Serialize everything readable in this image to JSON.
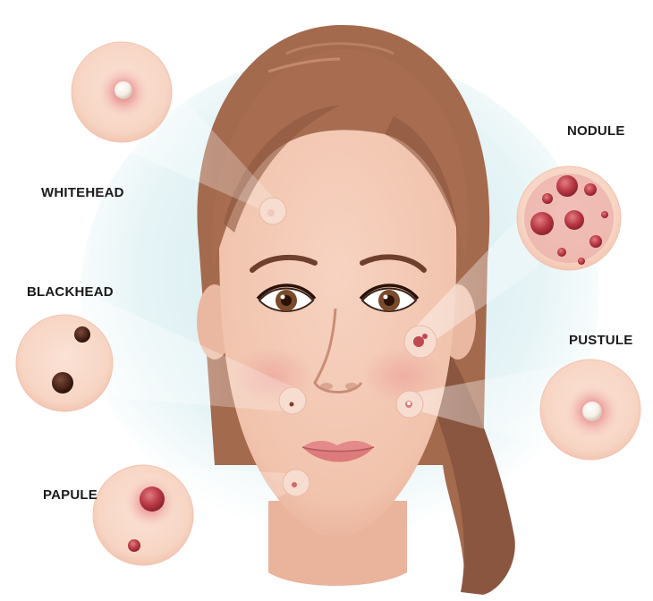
{
  "labels": {
    "whitehead": "WHITEHEAD",
    "blackhead": "BLACKHEAD",
    "papule": "PAPULE",
    "nodule": "NODULE",
    "pustule": "PUSTULE"
  },
  "colors": {
    "skin": "#f4c9b4",
    "skin_shade": "#e7a990",
    "hair": "#a96f52",
    "hair_dark": "#7e4d36",
    "glow": "#cfe9ee",
    "inflamed": "#d9545f",
    "label_text": "#1a1a1a"
  }
}
